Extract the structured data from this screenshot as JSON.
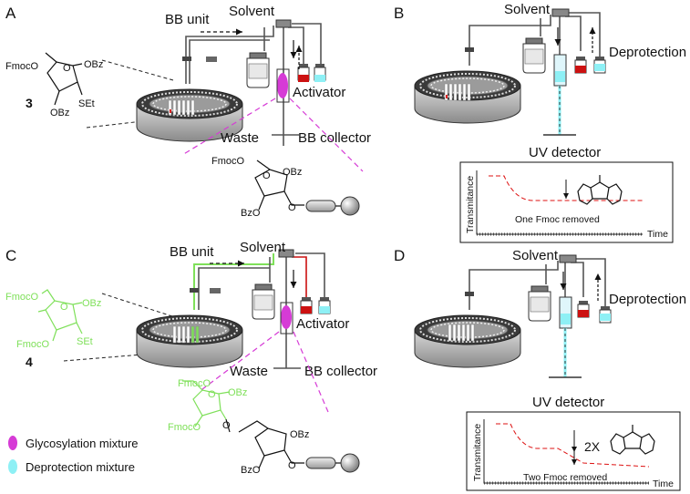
{
  "colors": {
    "glycosylation": "#d63bd6",
    "deprotection": "#8ef0f5",
    "green": "#7fe05a",
    "red": "#cc1111",
    "trace": "#d11"
  },
  "panels": {
    "A": {
      "letter": "A",
      "bb_unit": "BB unit",
      "solvent": "Solvent",
      "activator": "Activator",
      "waste": "Waste",
      "bb_collector": "BB collector",
      "compound_number": "3",
      "bb_labels": {
        "fmoco": "FmocO",
        "o": "O",
        "obz1": "OBz",
        "obz2": "OBz",
        "set": "SEt"
      },
      "product_labels": {
        "fmoco": "FmocO",
        "o": "O",
        "obz": "OBz",
        "bzo": "BzO",
        "o2": "O"
      }
    },
    "B": {
      "letter": "B",
      "solvent": "Solvent",
      "deprotection": "Deprotection",
      "uv_detector": "UV detector",
      "y_axis": "Transmitance",
      "x_axis": "Time",
      "caption": "One Fmoc removed"
    },
    "C": {
      "letter": "C",
      "bb_unit": "BB unit",
      "solvent": "Solvent",
      "activator": "Activator",
      "waste": "Waste",
      "bb_collector": "BB collector",
      "compound_number": "4",
      "bb_labels": {
        "fmoco1": "FmocO",
        "fmoco2": "FmocO",
        "o": "O",
        "obz": "OBz",
        "set": "SEt"
      },
      "product_labels": {
        "fmoco1": "FmocO",
        "fmoco2": "FmocO",
        "o1": "O",
        "obz1": "OBz",
        "o2": "O",
        "obz2": "OBz",
        "bzo": "BzO",
        "o3": "O"
      }
    },
    "D": {
      "letter": "D",
      "solvent": "Solvent",
      "deprotection": "Deprotection",
      "uv_detector": "UV detector",
      "y_axis": "Transmitance",
      "x_axis": "Time",
      "caption": "Two Fmoc removed",
      "multiplier": "2X"
    }
  },
  "legend": {
    "glycosylation": "Glycosylation mixture",
    "deprotection": "Deprotection mixture"
  }
}
